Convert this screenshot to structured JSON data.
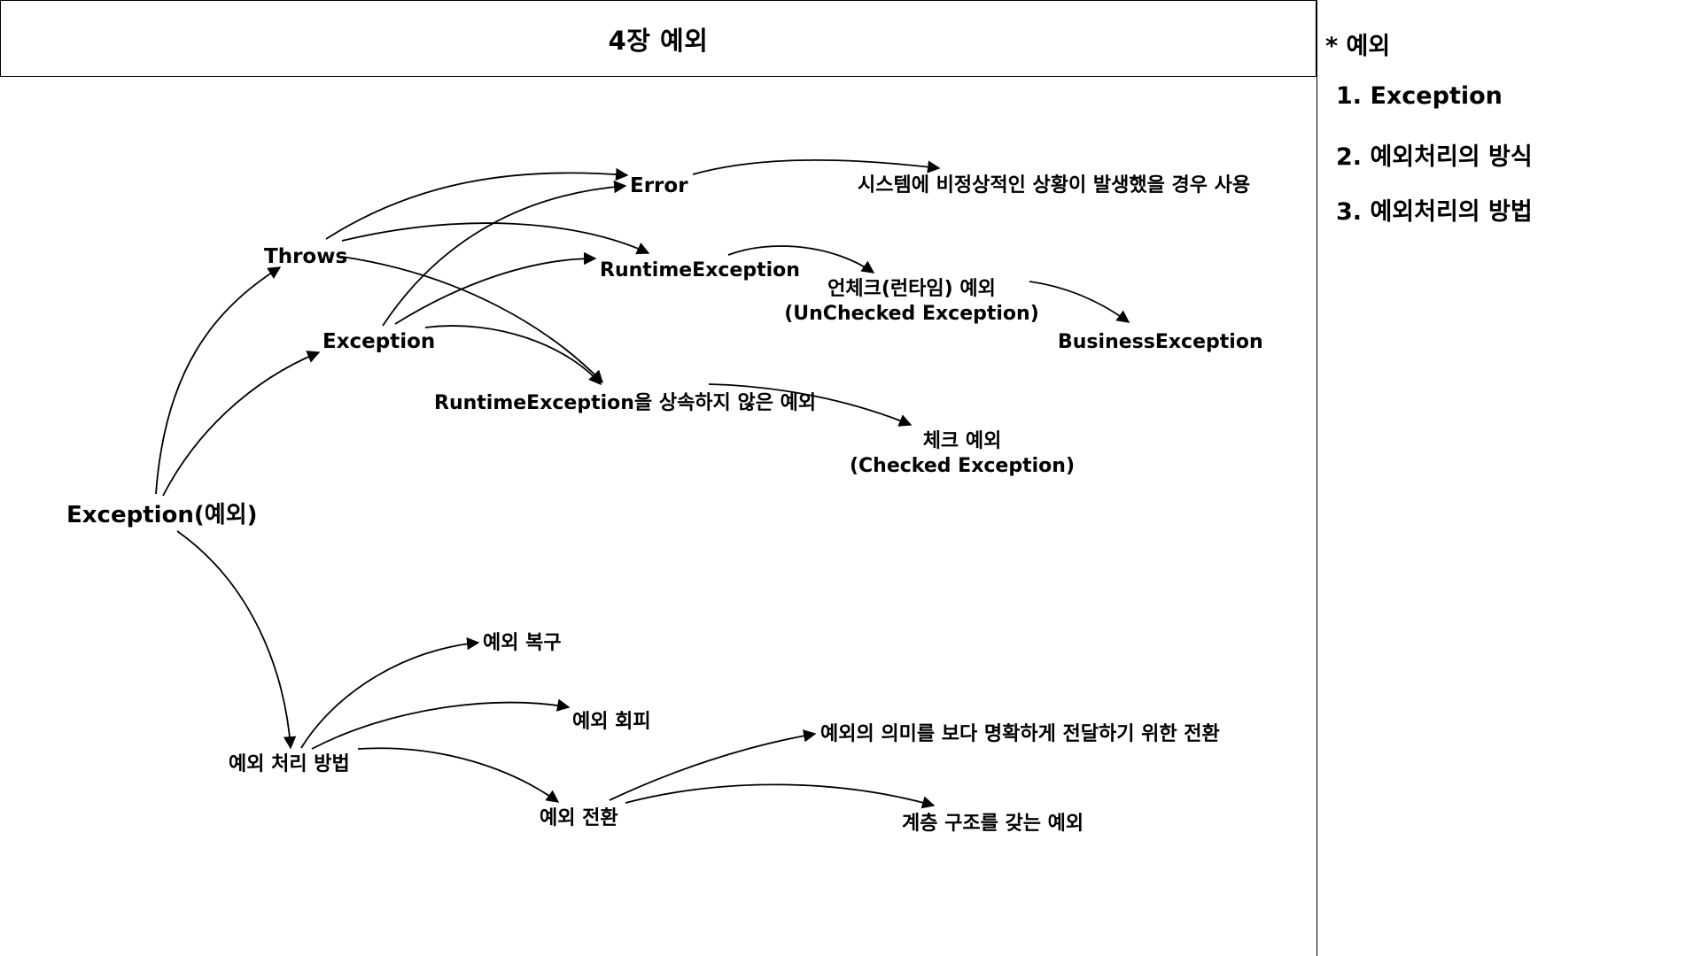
{
  "title": "4장 예외",
  "sidebar": {
    "heading": "* 예외",
    "items": [
      {
        "label": "1. Exception"
      },
      {
        "label": "2. 예외처리의 방식"
      },
      {
        "label": "3. 예외처리의 방법"
      }
    ]
  },
  "diagram": {
    "nodes": {
      "root": "Exception(예외)",
      "throws": "Throws",
      "exception": "Exception",
      "error": "Error",
      "error_desc": "시스템에 비정상적인 상황이 발생했을 경우 사용",
      "runtime": "RuntimeException",
      "unchecked_line1": "언체크(런타임) 예외",
      "unchecked_line2": "(UnChecked Exception)",
      "business": "BusinessException",
      "non_runtime": "RuntimeException을 상속하지 않은 예외",
      "checked_line1": "체크 예외",
      "checked_line2": "(Checked Exception)",
      "handling": "예외 처리 방법",
      "recover": "예외 복구",
      "avoid": "예외 회피",
      "convert": "예외 전환",
      "convert_meaning": "예외의 의미를 보다 명확하게 전달하기 위한 전환",
      "convert_hierarchy": "계층 구조를 갖는 예외"
    }
  }
}
